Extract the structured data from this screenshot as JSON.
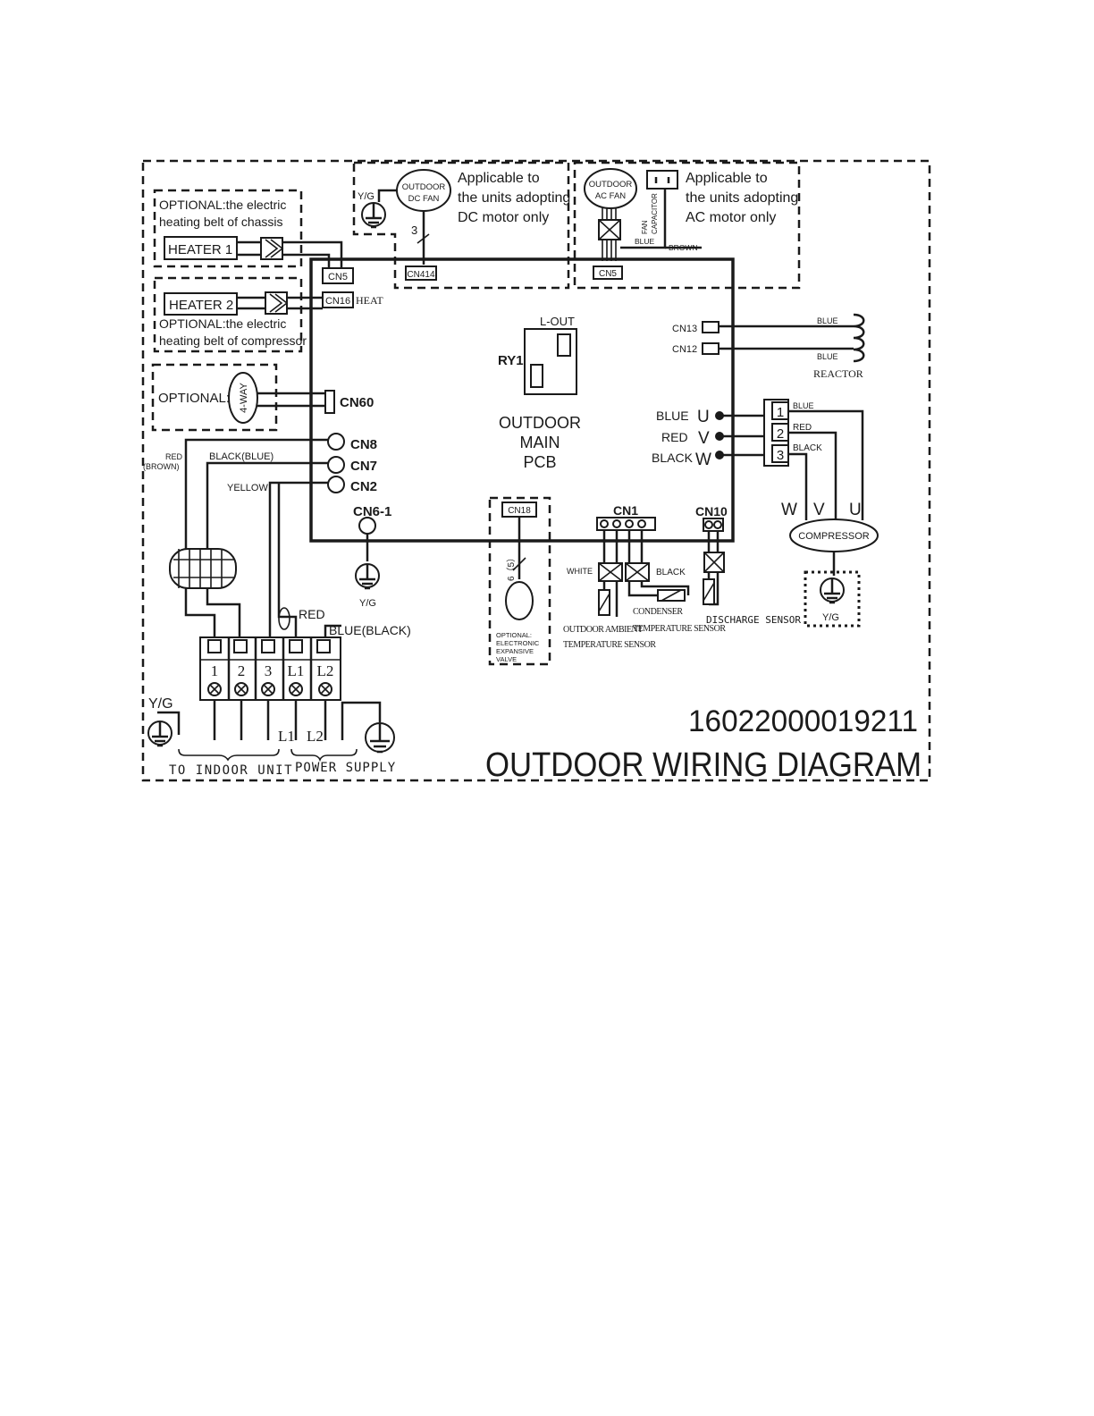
{
  "part_number": "16022000019211",
  "title": "OUTDOOR WIRING DIAGRAM",
  "dc_fan": {
    "name_line1": "OUTDOOR",
    "name_line2": "DC FAN",
    "yg": "Y/G",
    "wire_count": "3",
    "connector": "CN414",
    "note_line1": "Applicable to",
    "note_line2": "the units adopting",
    "note_line3": "DC motor only"
  },
  "ac_fan": {
    "name_line1": "OUTDOOR",
    "name_line2": "AC FAN",
    "capacitor_line1": "FAN",
    "capacitor_line2": "CAPACITOR",
    "blue": "BLUE",
    "brown": "BROWN",
    "connector": "CN5",
    "note_line1": "Applicable to",
    "note_line2": "the units adopting",
    "note_line3": "AC motor only"
  },
  "heater1": {
    "note_line1": "OPTIONAL:the electric",
    "note_line2": "heating belt of chassis",
    "label": "HEATER 1",
    "connector": "CN5"
  },
  "heater2": {
    "label": "HEATER 2",
    "connector": "CN16",
    "heat": "HEAT",
    "note_line1": "OPTIONAL:the electric",
    "note_line2": "heating belt of compressor"
  },
  "fourway": {
    "optional": "OPTIONAL:",
    "label": "4-WAY",
    "connector": "CN60"
  },
  "pcb": {
    "line1": "OUTDOOR",
    "line2": "MAIN",
    "line3": "PCB",
    "relay": "RY1",
    "lout": "L-OUT",
    "cn8": "CN8",
    "cn7": "CN7",
    "cn2": "CN2",
    "cn61": "CN6-1",
    "cn13": "CN13",
    "cn12": "CN12",
    "cn1": "CN1",
    "cn10": "CN10"
  },
  "wires": {
    "red_brown_1": "RED",
    "red_brown_2": "(BROWN)",
    "black_blue": "BLACK(BLUE)",
    "yellow": "YELLOW",
    "red": "RED",
    "blue_black": "BLUE(BLACK)"
  },
  "ground": {
    "pcb_yg": "Y/G",
    "left_yg": "Y/G",
    "compressor_yg": "Y/G"
  },
  "reactor": {
    "label": "REACTOR",
    "blue_top": "BLUE",
    "blue_bottom": "BLUE"
  },
  "uvw": {
    "blue": "BLUE",
    "red": "RED",
    "black": "BLACK",
    "u": "U",
    "v": "V",
    "w": "W"
  },
  "compressor": {
    "label": "COMPRESSOR",
    "t1": "1",
    "t2": "2",
    "t3": "3",
    "blue": "BLUE",
    "red": "RED",
    "black": "BLACK",
    "w": "W",
    "v": "V",
    "u": "U"
  },
  "eev": {
    "connector": "CN18",
    "wires": "6（5）",
    "note_line1": "OPTIONAL:",
    "note_line2": "ELECTRONIC",
    "note_line3": "EXPANSIVE",
    "note_line4": "VALVE"
  },
  "sensors": {
    "white": "WHITE",
    "black": "BLACK",
    "ambient_line1": "OUTDOOR AMBIENT",
    "ambient_line2": "TEMPERATURE SENSOR",
    "condenser_line1": "CONDENSER",
    "condenser_line2": "TEMPERATURE SENSOR",
    "discharge": "DISCHARGE SENSOR"
  },
  "terminal": {
    "t1": "1",
    "t2": "2",
    "t3": "3",
    "tl1": "L1",
    "tl2": "L2",
    "l1": "L1",
    "l2": "L2",
    "to_indoor": "TO INDOOR UNIT",
    "power_supply": "POWER SUPPLY"
  }
}
